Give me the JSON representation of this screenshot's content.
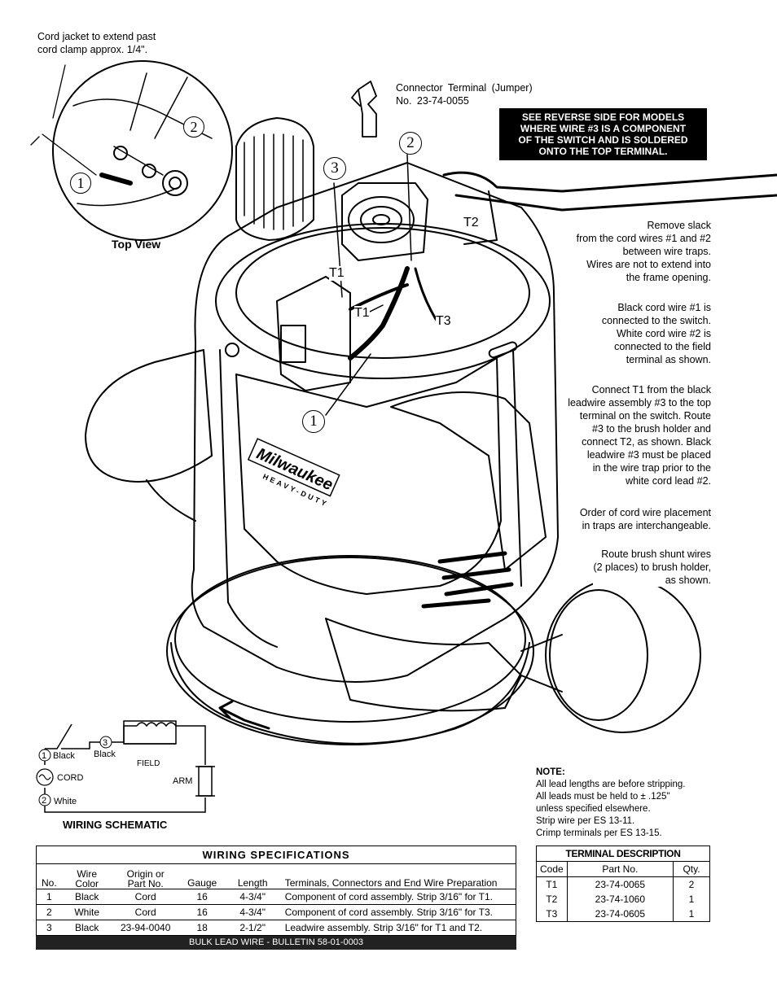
{
  "top_note": "Cord jacket to extend past\ncord clamp approx. 1/4\".",
  "top_view_label": "Top View",
  "connector_label": "Connector Terminal (Jumper)\nNo. 23-74-0055",
  "reverse_notice": "SEE REVERSE SIDE FOR MODELS\nWHERE WIRE #3 IS A COMPONENT\nOF THE SWITCH AND IS SOLDERED\nONTO THE TOP TERMINAL.",
  "callouts": {
    "c1": "1",
    "c2": "2",
    "c3": "3",
    "t1": "T1",
    "t2": "T2",
    "t3": "T3"
  },
  "instructions": [
    "Remove slack\nfrom the cord wires #1 and #2\nbetween wire traps.\nWires are not to extend into\nthe frame opening.",
    "Black cord wire #1 is\nconnected to the switch.\nWhite cord wire #2 is\nconnected to the field\nterminal as shown.",
    "Connect T1 from the black\nleadwire assembly #3 to the top\nterminal on the switch. Route\n#3 to the brush holder and\nconnect T2, as shown. Black\nleadwire #3 must be placed\nin the wire trap prior to the\nwhite cord lead #2.",
    "Order of cord wire placement\nin traps are interchangeable.",
    "Route brush shunt wires\n(2 places) to brush holder,\nas shown."
  ],
  "brand": {
    "logo": "Milwaukee",
    "tagline": "HEAVY-DUTY"
  },
  "schematic": {
    "title": "WIRING SCHEMATIC",
    "black1": "Black",
    "black3": "Black",
    "cord": "CORD",
    "white": "White",
    "field": "FIELD",
    "arm": "ARM"
  },
  "note": {
    "title": "NOTE:",
    "lines": [
      "All lead lengths are before stripping.",
      "All leads must be held to ± .125\"",
      "unless specified elsewhere.",
      "Strip wire per ES 13-11.",
      "Crimp terminals per ES 13-15."
    ]
  },
  "wiring_specifications": {
    "title": "WIRING SPECIFICATIONS",
    "headers": [
      "No.",
      "Wire\nColor",
      "Origin or\nPart No.",
      "Gauge",
      "Length",
      "Terminals, Connectors and End Wire Preparation"
    ],
    "rows": [
      [
        "1",
        "Black",
        "Cord",
        "16",
        "4-3/4\"",
        "Component of cord assembly. Strip 3/16\" for T1."
      ],
      [
        "2",
        "White",
        "Cord",
        "16",
        "4-3/4\"",
        "Component of cord assembly. Strip 3/16\" for T3."
      ],
      [
        "3",
        "Black",
        "23-94-0040",
        "18",
        "2-1/2\"",
        "Leadwire assembly. Strip 3/16\" for T1 and T2."
      ]
    ],
    "footer": "BULK LEAD WIRE - BULLETIN 58-01-0003"
  },
  "terminal_description": {
    "title": "TERMINAL DESCRIPTION",
    "headers": [
      "Code",
      "Part No.",
      "Qty."
    ],
    "rows": [
      [
        "T1",
        "23-74-0065",
        "2"
      ],
      [
        "T2",
        "23-74-1060",
        "1"
      ],
      [
        "T3",
        "23-74-0605",
        "1"
      ]
    ]
  }
}
